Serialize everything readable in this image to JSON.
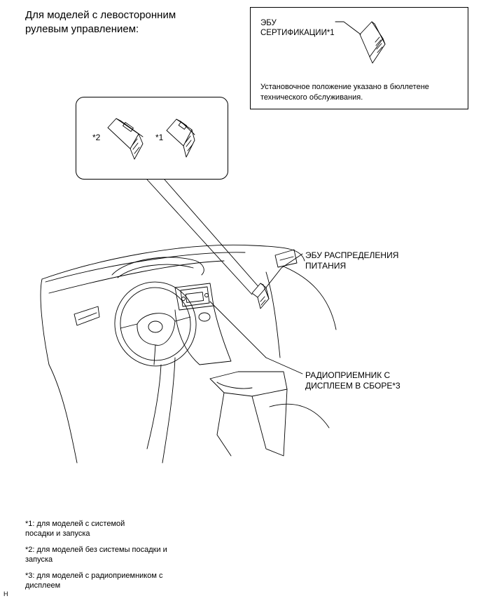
{
  "title": {
    "line1": "Для моделей с левосторонним",
    "line2": "рулевым управлением:"
  },
  "reference_box": {
    "label_line1": "ЭБУ",
    "label_line2": "СЕРТИФИКАЦИИ*1",
    "note_line1": "Установочное положение указано в бюллетене",
    "note_line2": "технического обслуживания."
  },
  "zoom": {
    "marker2": "*2",
    "marker1": "*1"
  },
  "callouts": {
    "power_line1": "ЭБУ РАСПРЕДЕЛЕНИЯ",
    "power_line2": "ПИТАНИЯ",
    "radio_line1": "РАДИОПРИЕМНИК С",
    "radio_line2": "ДИСПЛЕЕМ В СБОРЕ*3"
  },
  "footnotes": {
    "fn1_line1": "*1: для моделей с системой",
    "fn1_line2": "посадки и запуска",
    "fn2_line1": "*2: для моделей без системы посадки и",
    "fn2_line2": "запуска",
    "fn3_line1": "*3: для моделей с радиоприемником с",
    "fn3_line2": "дисплеем"
  },
  "corner_mark": "H"
}
